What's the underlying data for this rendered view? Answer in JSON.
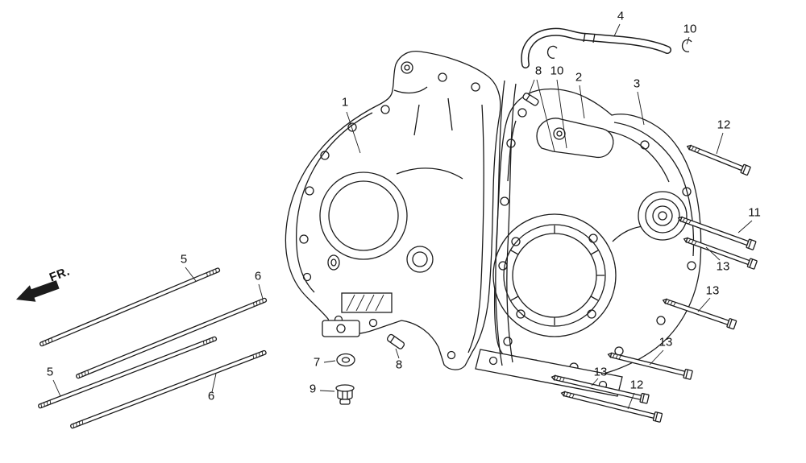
{
  "diagram": {
    "fr_label": "FR.",
    "callouts": [
      {
        "part": "1",
        "label": "1"
      },
      {
        "part": "4",
        "label": "4"
      },
      {
        "part": "10",
        "label": "10"
      },
      {
        "part": "8",
        "label": "8"
      },
      {
        "part": "10",
        "label": "10"
      },
      {
        "part": "2",
        "label": "2"
      },
      {
        "part": "3",
        "label": "3"
      },
      {
        "part": "12",
        "label": "12"
      },
      {
        "part": "11",
        "label": "11"
      },
      {
        "part": "13",
        "label": "13"
      },
      {
        "part": "13",
        "label": "13"
      },
      {
        "part": "13",
        "label": "13"
      },
      {
        "part": "13",
        "label": "13"
      },
      {
        "part": "12",
        "label": "12"
      },
      {
        "part": "5",
        "label": "5"
      },
      {
        "part": "6",
        "label": "6"
      },
      {
        "part": "5",
        "label": "5"
      },
      {
        "part": "6",
        "label": "6"
      },
      {
        "part": "7",
        "label": "7"
      },
      {
        "part": "8",
        "label": "8"
      },
      {
        "part": "9",
        "label": "9"
      }
    ]
  }
}
